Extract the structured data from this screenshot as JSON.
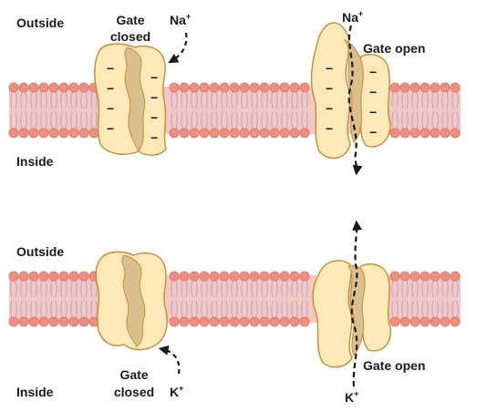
{
  "colors": {
    "membrane_fill": "#f4c9c4",
    "head_fill": "#ef8f80",
    "head_stroke": "#e06f5f",
    "tail_stroke": "#b8a0c8",
    "channel_fill": "#fde8b8",
    "channel_stroke": "#c98a2e",
    "pore_fill": "#d9c08f",
    "arrow": "#1a1a1a"
  },
  "top_panel": {
    "outside_label": "Outside",
    "inside_label": "Inside",
    "gate_closed_label_line1": "Gate",
    "gate_closed_label_line2": "closed",
    "gate_closed_ion": "Na",
    "gate_closed_ion_charge": "+",
    "gate_open_ion": "Na",
    "gate_open_ion_charge": "+",
    "gate_open_label": "Gate open",
    "charge_symbol": "−"
  },
  "bottom_panel": {
    "outside_label": "Outside",
    "inside_label": "Inside",
    "gate_closed_label_line1": "Gate",
    "gate_closed_label_line2": "closed",
    "gate_closed_ion": "K",
    "gate_closed_ion_charge": "+",
    "gate_open_ion": "K",
    "gate_open_ion_charge": "+",
    "gate_open_label": "Gate open"
  }
}
